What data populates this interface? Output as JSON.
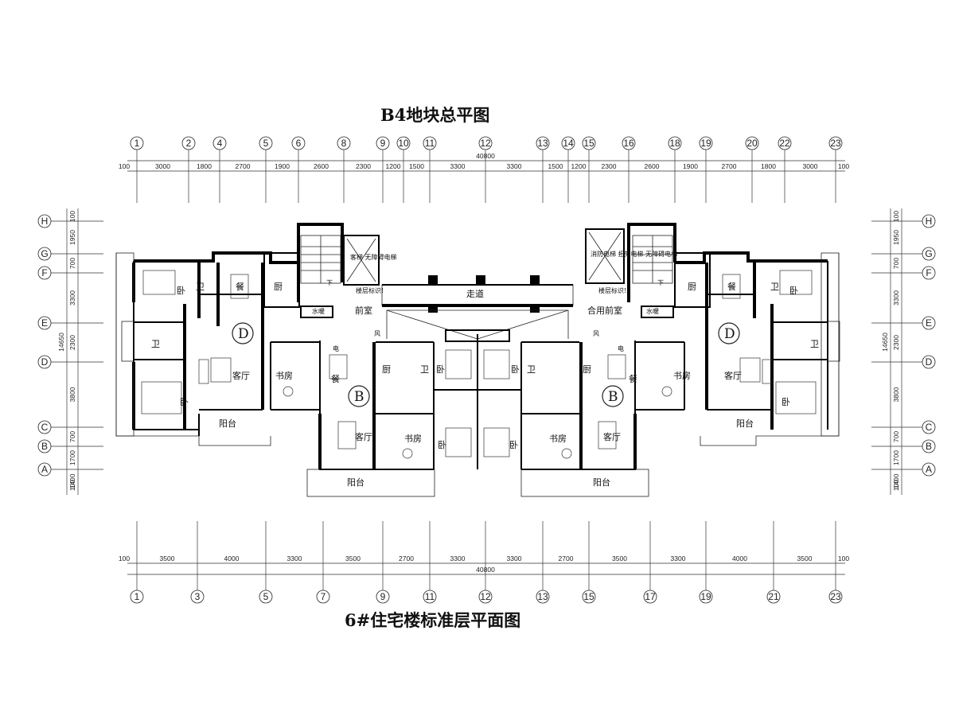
{
  "titles": {
    "top": "B4地块总平图",
    "bottom": "6#住宅楼标准层平面图"
  },
  "top_axes": [
    "1",
    "2",
    "4",
    "5",
    "6",
    "8",
    "9",
    "10",
    "11",
    "12",
    "13",
    "14",
    "15",
    "16",
    "18",
    "19",
    "20",
    "22",
    "23"
  ],
  "top_dims": [
    "100",
    "3000",
    "1800",
    "2700",
    "1900",
    "2600",
    "2300",
    "1200",
    "1500",
    "3300",
    "3300",
    "1500",
    "1200",
    "2300",
    "2600",
    "1900",
    "2700",
    "1800",
    "3000",
    "100"
  ],
  "top_total": "40800",
  "bottom_axes": [
    "1",
    "3",
    "5",
    "7",
    "9",
    "11",
    "12",
    "13",
    "15",
    "17",
    "19",
    "21",
    "23"
  ],
  "bottom_dims": [
    "100",
    "3500",
    "4000",
    "3300",
    "3500",
    "2700",
    "3300",
    "3300",
    "2700",
    "3500",
    "3300",
    "4000",
    "3500",
    "100"
  ],
  "bottom_total": "40800",
  "side_axes": [
    "H",
    "G",
    "F",
    "E",
    "D",
    "C",
    "B",
    "A"
  ],
  "side_dims": [
    "100",
    "1950",
    "700",
    "3300",
    "2300",
    "3800",
    "700",
    "1700",
    "1400",
    "100"
  ],
  "side_total": "14650",
  "units": [
    "D",
    "B",
    "B",
    "D"
  ],
  "rooms": {
    "bedroom": "卧",
    "bath": "卫",
    "dining": "餐",
    "kitchen": "厨",
    "living": "客厅",
    "study": "书房",
    "balcony": "阳台",
    "corridor": "走道",
    "front_room": "前室",
    "shared_front_room": "合用前室",
    "water_well": "水暖",
    "electric": "电",
    "wind": "风",
    "down": "下",
    "floor_sign": "楼层标识!",
    "elevator_left": "客梯\n无障碍电梯",
    "elevator_right": "消防电梯\n担架电梯\n无障碍电梯"
  },
  "colors": {
    "wall": "#000000",
    "line": "#333333",
    "background": "#ffffff"
  }
}
